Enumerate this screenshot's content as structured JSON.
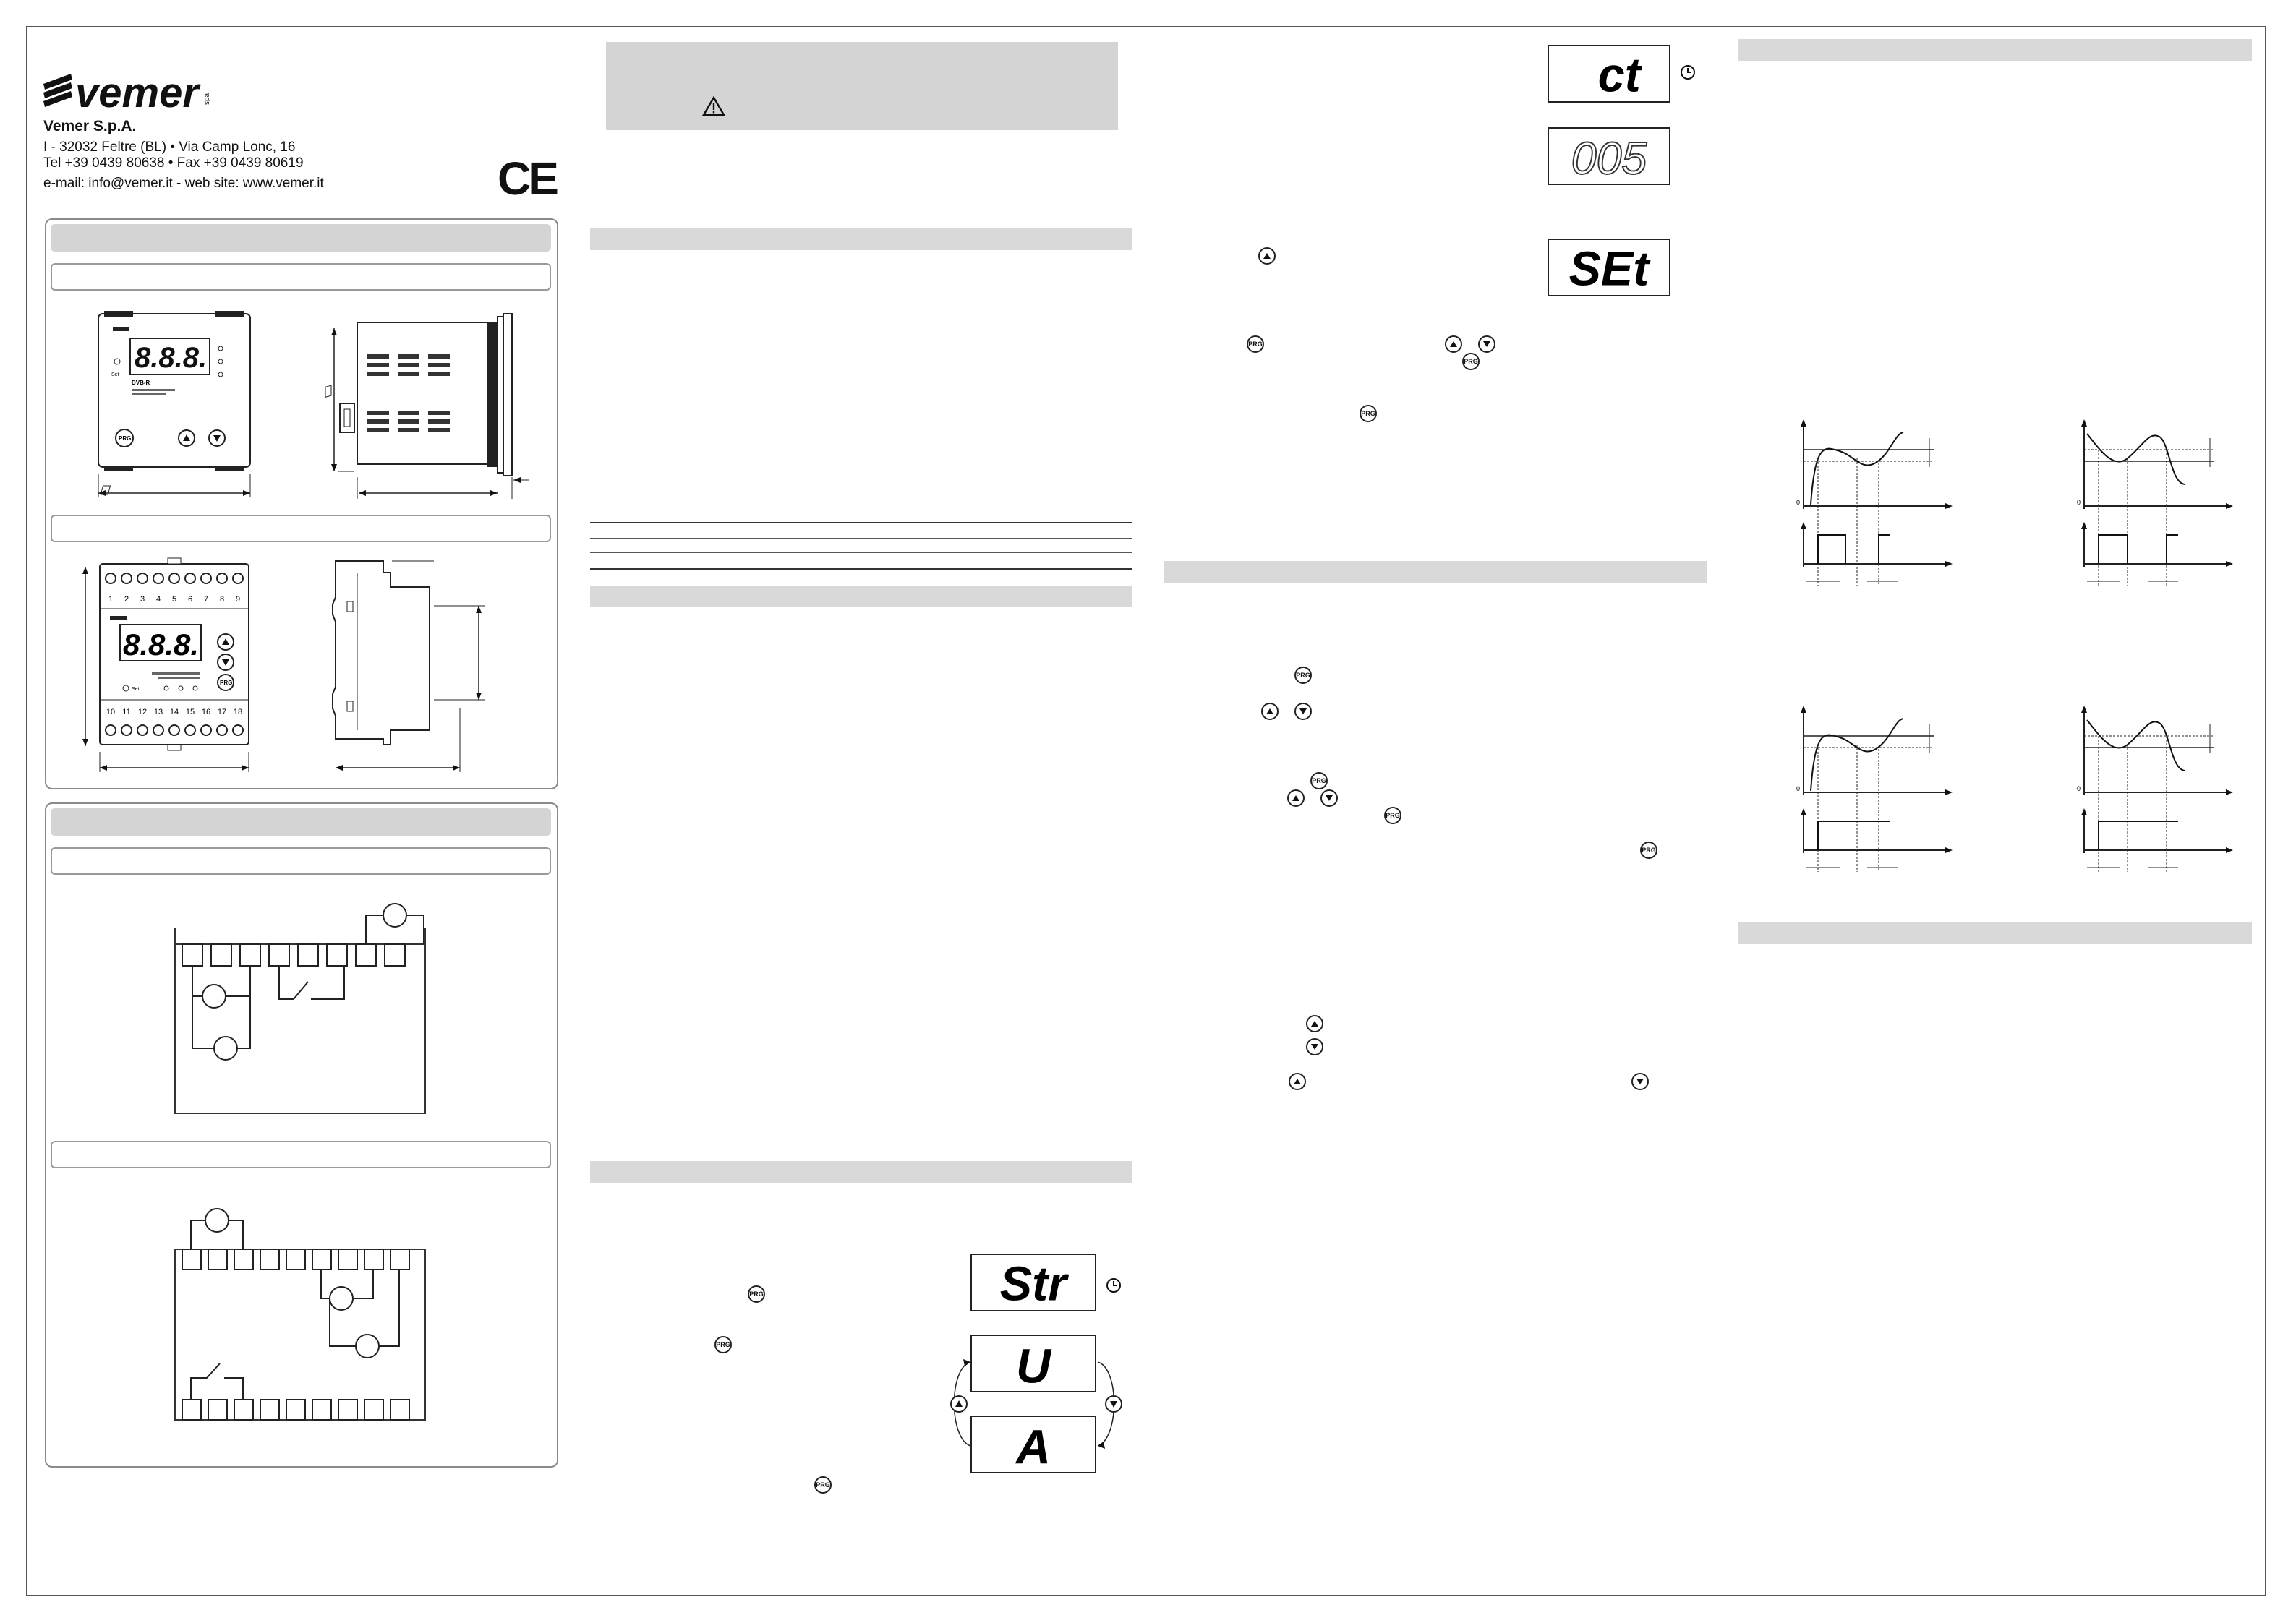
{
  "header": {
    "brand": "vemer",
    "brand_small": "spa",
    "company": "Vemer S.p.A.",
    "address_line1": "I - 32032 Feltre (BL) • Via Camp Lonc, 16",
    "address_line2": "Tel +39 0439 80638 • Fax +39 0439 80619",
    "contact_line": "e-mail: info@vemer.it  -  web site: www.vemer.it",
    "ce_mark": "CE"
  },
  "device": {
    "display_digits": "8.8.8.",
    "model": "DVB-R",
    "btn_prg": "PRG",
    "label_set": "Set",
    "terminals_top": [
      "1",
      "2",
      "3",
      "4",
      "5",
      "6",
      "7",
      "8",
      "9"
    ],
    "terminals_bottom": [
      "10",
      "11",
      "12",
      "13",
      "14",
      "15",
      "16",
      "17",
      "18"
    ]
  },
  "displays": {
    "ct": "ct",
    "v005": "005",
    "set": "SEt",
    "str": "Str",
    "u": "U",
    "a": "A"
  },
  "charts": {
    "zero_label": "0"
  },
  "icons": {
    "warning": "warning-icon",
    "clock": "clock-icon",
    "up": "arrow-up-icon",
    "down": "arrow-down-icon"
  }
}
